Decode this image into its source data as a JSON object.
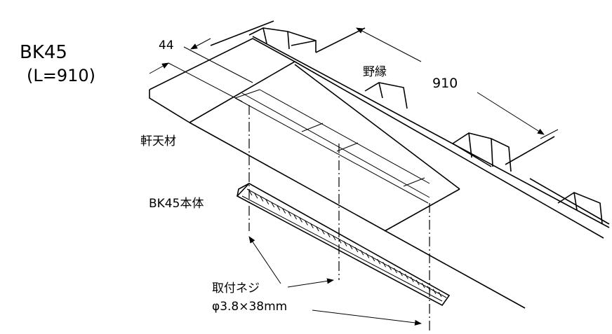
{
  "title": {
    "model": "BK45",
    "length": "(L=910)"
  },
  "labels": {
    "width_dim": "44",
    "joist": "野縁",
    "length_dim": "910",
    "soffit": "軒天材",
    "body": "BK45本体",
    "screw": "取付ネジ",
    "screw_spec": "φ3.8×38mm"
  }
}
